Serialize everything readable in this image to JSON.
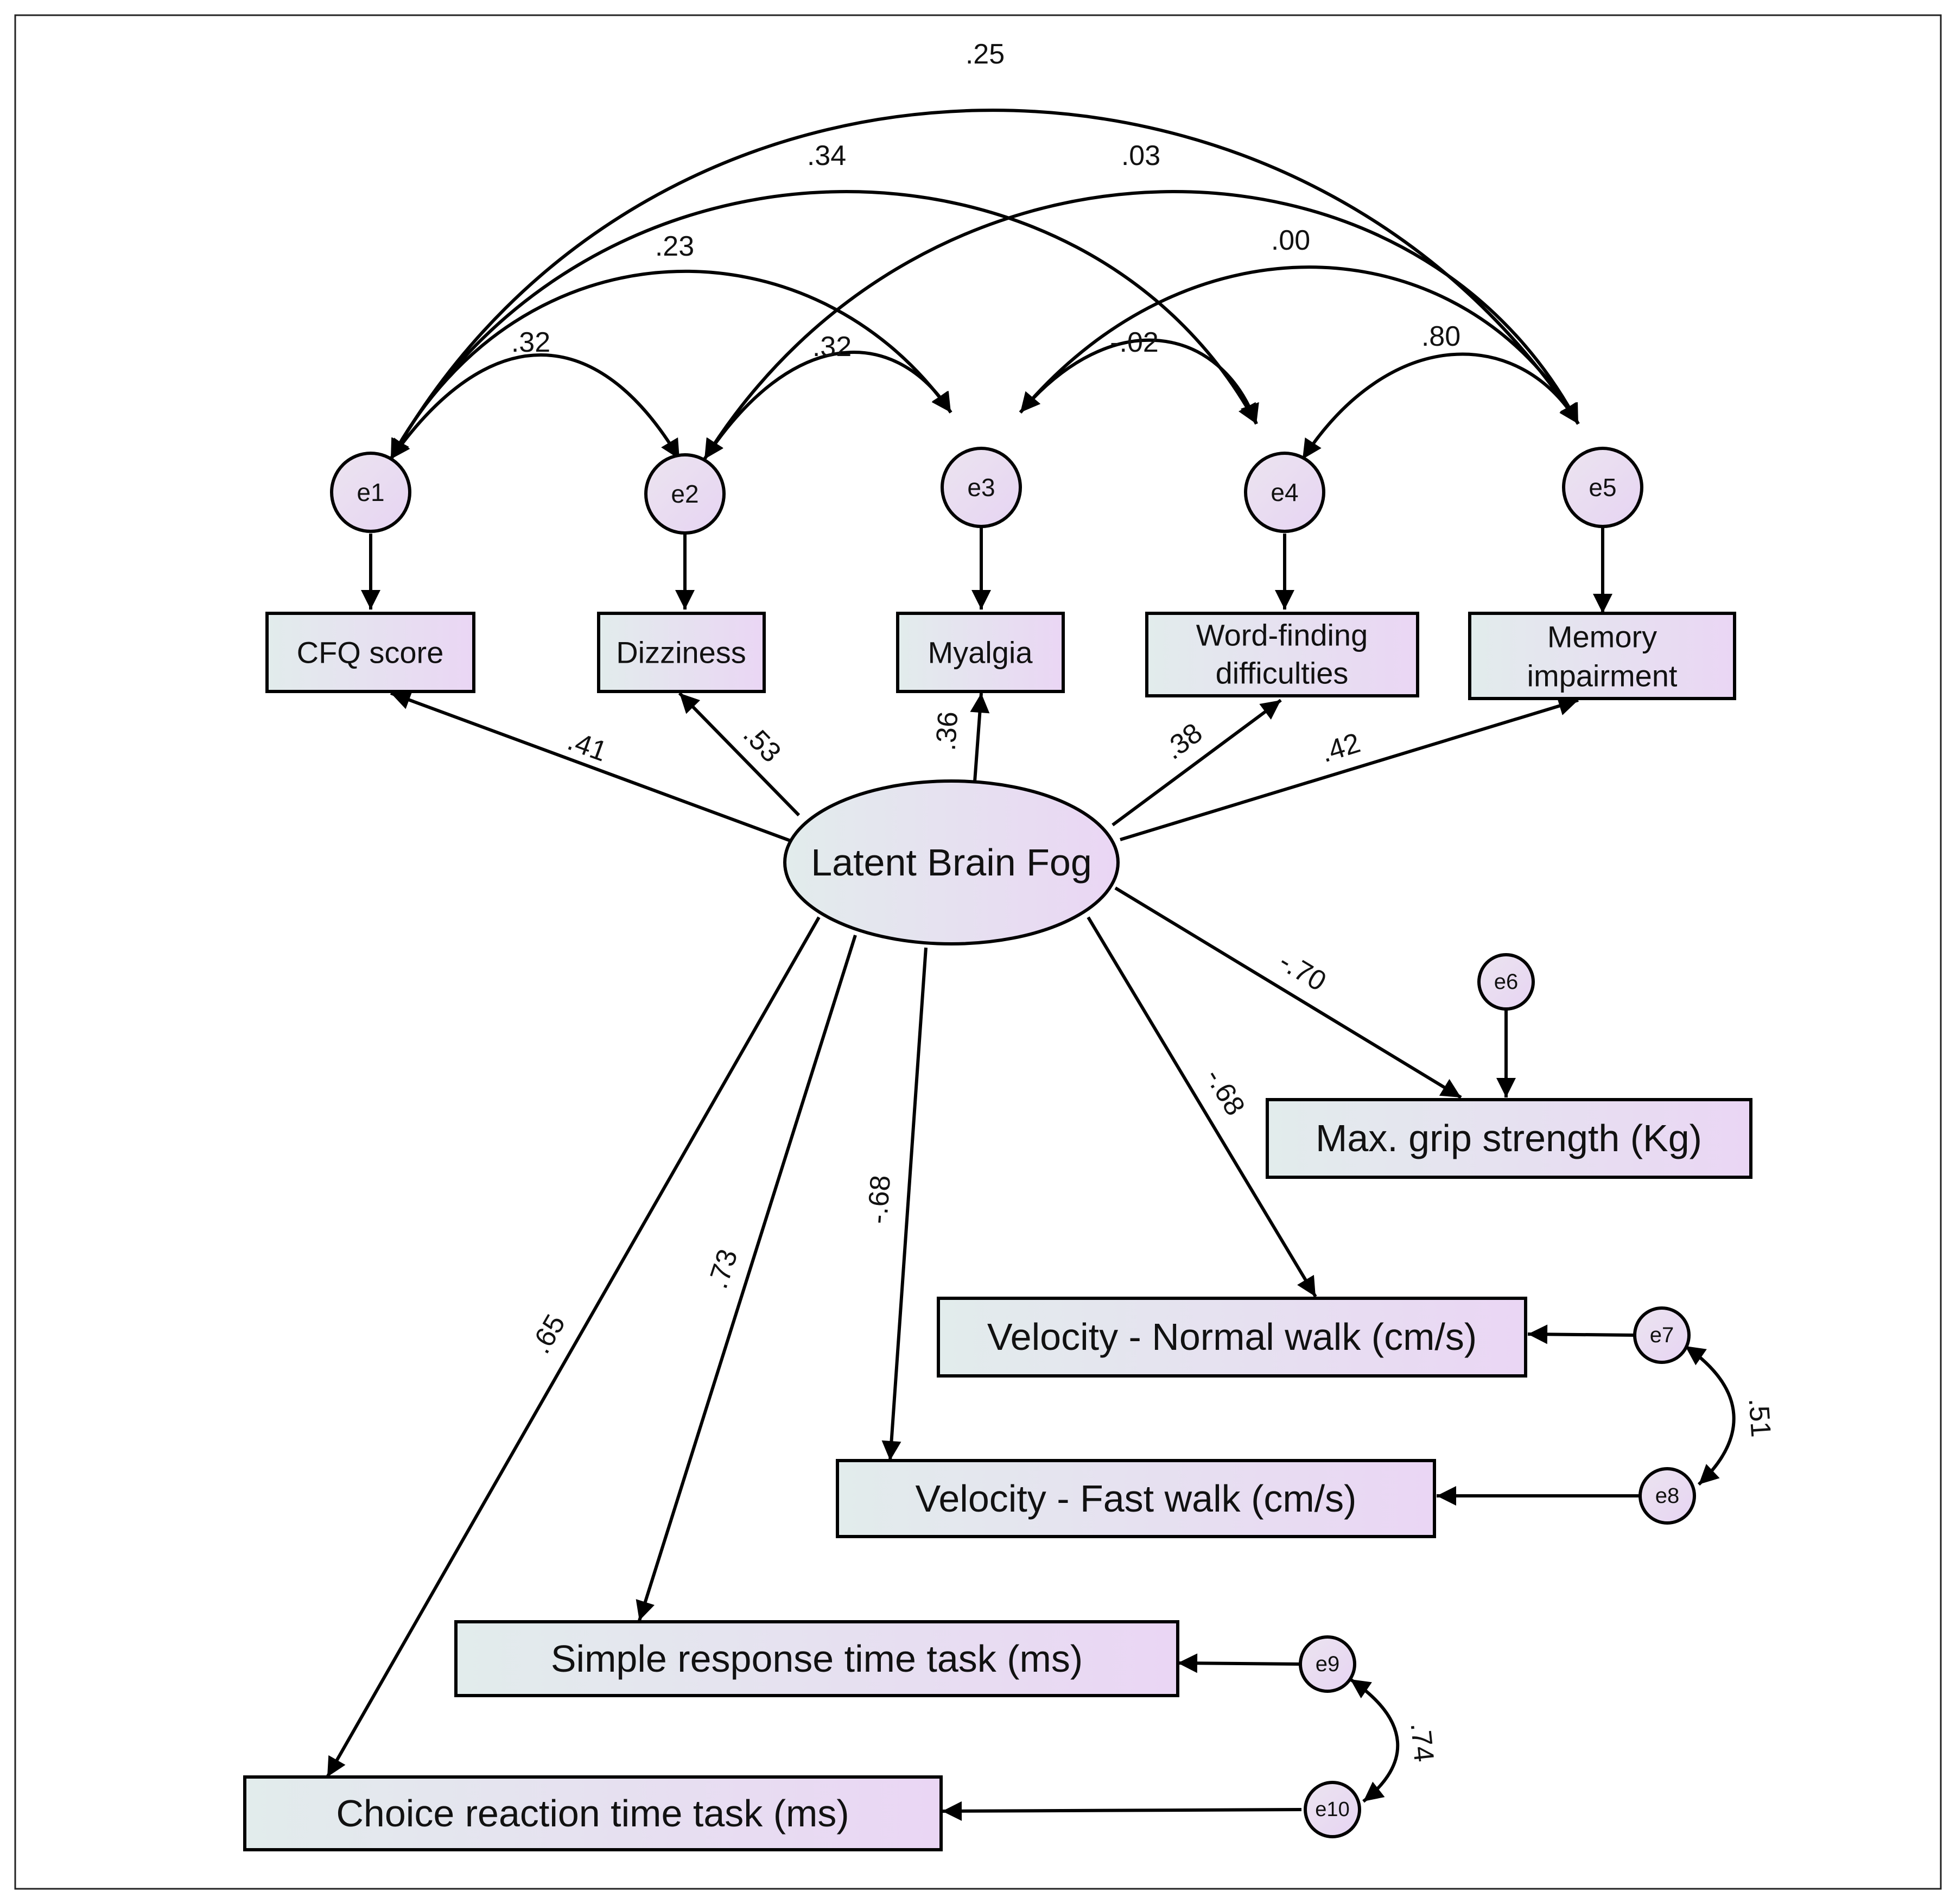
{
  "latent": {
    "label": "Latent Brain Fog"
  },
  "errors": {
    "e1": "e1",
    "e2": "e2",
    "e3": "e3",
    "e4": "e4",
    "e5": "e5",
    "e6": "e6",
    "e7": "e7",
    "e8": "e8",
    "e9": "e9",
    "e10": "e10"
  },
  "indicators": {
    "cfq": [
      "CFQ score"
    ],
    "dizziness": [
      "Dizziness"
    ],
    "myalgia": [
      "Myalgia"
    ],
    "word_finding": [
      "Word-finding",
      "difficulties"
    ],
    "memory": [
      "Memory",
      "impairment"
    ],
    "grip": [
      "Max. grip strength (Kg)"
    ],
    "normal_walk": [
      "Velocity - Normal walk (cm/s)"
    ],
    "fast_walk": [
      "Velocity - Fast walk (cm/s)"
    ],
    "simple_rt": [
      "Simple response time task (ms)"
    ],
    "choice_rt": [
      "Choice reaction time task (ms)"
    ]
  },
  "loadings": {
    "cfq": ".41",
    "dizziness": ".53",
    "myalgia": ".36",
    "word_finding": ".38",
    "memory": ".42",
    "grip": "-.70",
    "normal_walk": "-.68",
    "fast_walk": "-.68",
    "simple_rt": ".73",
    "choice_rt": ".65"
  },
  "covariances": {
    "e1_e2": ".32",
    "e1_e3": ".23",
    "e1_e4": ".34",
    "e1_e5": ".25",
    "e2_e3": ".32",
    "e2_e5": ".03",
    "e3_e4": "-.02",
    "e3_e5": ".00",
    "e4_e5": ".80",
    "e7_e8": ".51",
    "e9_e10": ".74"
  },
  "colors": {
    "node_fill_start": "#e2ecec",
    "node_fill_end": "#ead6f4",
    "stroke": "#000000"
  }
}
